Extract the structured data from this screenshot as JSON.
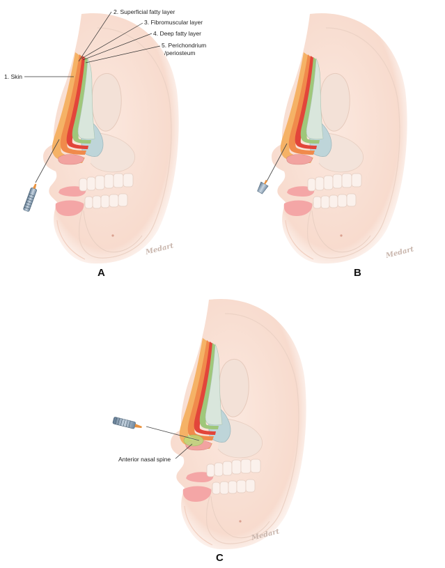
{
  "panels": [
    {
      "letter": "A",
      "signature": "Medart"
    },
    {
      "letter": "B",
      "signature": "Medart"
    },
    {
      "letter": "C",
      "signature": "Medart"
    }
  ],
  "layer_labels": {
    "skin": "1. Skin",
    "superficial_fatty": "2. Superficial fatty layer",
    "fibromuscular": "3. Fibromuscular layer",
    "deep_fatty": "4. Deep fatty layer",
    "perichondrium_1": "5. Perichondrium",
    "perichondrium_2": "/periosteum"
  },
  "anterior_nasal_spine": "Anterior nasal spine",
  "colors": {
    "skin_tone": "#f7dccf",
    "skin_layer": "#f5b266",
    "fatty_layer": "#f08a4b",
    "fibromuscular": "#e2453a",
    "deep_layer": "#9fc77a",
    "cartilage": "#bdd6c8",
    "bone": "#f1e3da",
    "teeth": "#fbf1ec",
    "lip": "#f4a6a6",
    "cannula": "#9fb4c7"
  }
}
